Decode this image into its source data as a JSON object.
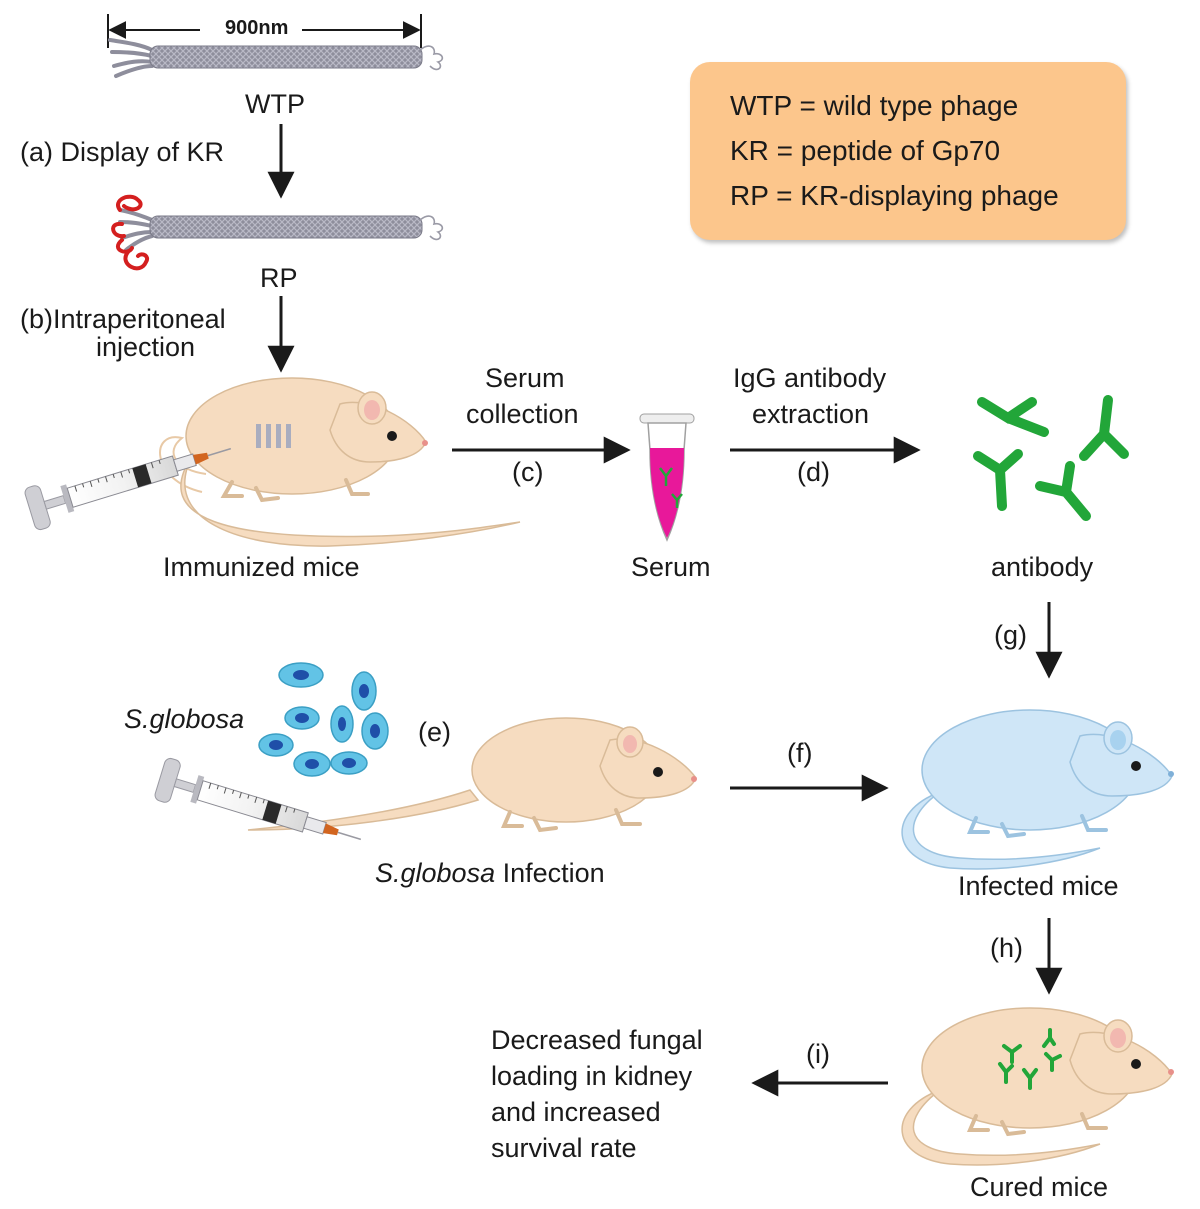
{
  "scale_label": "900nm",
  "labels": {
    "wtp": "WTP",
    "rp": "RP",
    "step_a": "(a) Display of KR",
    "step_b_1": "(b)Intraperitoneal",
    "step_b_2": "injection",
    "immunized_mice": "Immunized mice",
    "serum_collection_1": "Serum",
    "serum_collection_2": "collection",
    "step_c": "(c)",
    "serum": "Serum",
    "igg_1": "IgG antibody",
    "igg_2": "extraction",
    "step_d": "(d)",
    "antibody": "antibody",
    "step_g": "(g)",
    "s_globosa": "S.globosa",
    "step_e": "(e)",
    "infection_species": "S.globosa",
    "infection_word": " Infection",
    "step_f": "(f)",
    "infected_mice": "Infected mice",
    "step_h": "(h)",
    "cured_mice": "Cured mice",
    "step_i": "(i)",
    "outcome_1": "Decreased fungal",
    "outcome_2": "loading in kidney",
    "outcome_3": "and increased",
    "outcome_4": "survival rate"
  },
  "legend": {
    "items": [
      "WTP = wild type phage",
      "KR = peptide of Gp70",
      "RP = KR-displaying phage"
    ]
  },
  "colors": {
    "mouse_beige": "#f6dcc0",
    "mouse_blue": "#cfe6f7",
    "serum_pink": "#e8189a",
    "antibody_green": "#22a639",
    "fungal_cell": "#62c3e6",
    "fungal_nucleus": "#1f4fa8",
    "legend_bg": "#fcc68c",
    "peptide_red": "#d41f1f"
  }
}
